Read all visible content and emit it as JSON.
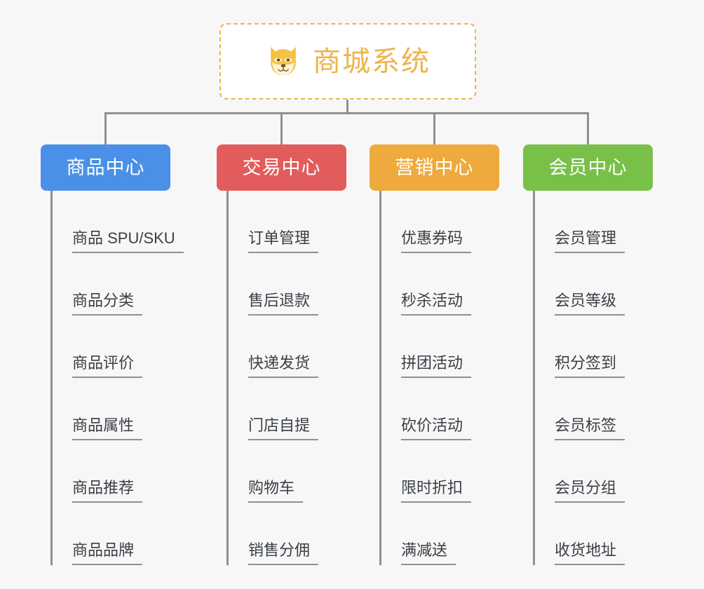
{
  "page": {
    "background_color": "#f7f7f7",
    "line_color": "#909090"
  },
  "root": {
    "title": "商城系统",
    "icon": "shiba-dog-face-icon",
    "accent_color": "#eeb44c",
    "border_style": "dashed"
  },
  "branches": [
    {
      "label": "商品中心",
      "color": "#4a90e8",
      "items": [
        {
          "label": "商品 SPU/SKU"
        },
        {
          "label": "商品分类"
        },
        {
          "label": "商品评价"
        },
        {
          "label": "商品属性"
        },
        {
          "label": "商品推荐"
        },
        {
          "label": "商品品牌"
        }
      ]
    },
    {
      "label": "交易中心",
      "color": "#e35c5c",
      "items": [
        {
          "label": "订单管理"
        },
        {
          "label": "售后退款"
        },
        {
          "label": "快递发货"
        },
        {
          "label": "门店自提"
        },
        {
          "label": "购物车"
        },
        {
          "label": "销售分佣"
        }
      ]
    },
    {
      "label": "营销中心",
      "color": "#eeaa3c",
      "items": [
        {
          "label": "优惠券码"
        },
        {
          "label": "秒杀活动"
        },
        {
          "label": "拼团活动"
        },
        {
          "label": "砍价活动"
        },
        {
          "label": "限时折扣"
        },
        {
          "label": "满减送"
        }
      ]
    },
    {
      "label": "会员中心",
      "color": "#79c049",
      "items": [
        {
          "label": "会员管理"
        },
        {
          "label": "会员等级"
        },
        {
          "label": "积分签到"
        },
        {
          "label": "会员标签"
        },
        {
          "label": "会员分组"
        },
        {
          "label": "收货地址"
        }
      ]
    }
  ]
}
